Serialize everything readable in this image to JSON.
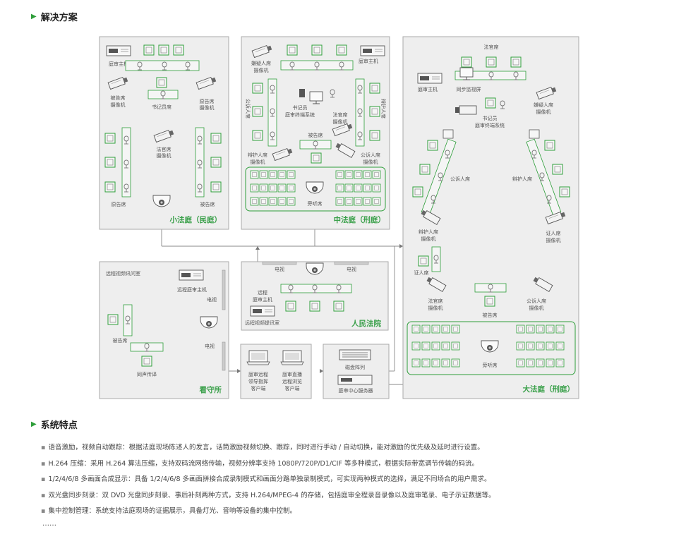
{
  "section1": {
    "title": "解决方案"
  },
  "section2": {
    "title": "系统特点"
  },
  "colors": {
    "accent": "#2e9e3a",
    "panel_bg": "#eeeeee",
    "panel_border": "#aaaaaa",
    "room_title": "#3aa04a"
  },
  "diagram": {
    "small": {
      "title": "小法庭（民庭）",
      "host": "庭审主机",
      "def_cam": [
        "被告席",
        "摄像机"
      ],
      "plt_cam": [
        "原告席",
        "摄像机"
      ],
      "clerk": "书记员席",
      "judge_cam": [
        "法官席",
        "摄像机"
      ],
      "plaintiff": "原告席",
      "defendant": "被告席"
    },
    "mid": {
      "title": "中法庭（刑庭）",
      "suspect_cam": [
        "嫌疑人席",
        "摄像机"
      ],
      "host": "庭审主机",
      "prosecution": "公诉人席",
      "defense": "辩护人席",
      "clerk_terminal": [
        "书记员",
        "庭审终端系统"
      ],
      "judge_seat": [
        "法官席",
        "摄像机"
      ],
      "defendant": "被告席",
      "def_lawyer_cam": [
        "辩护人席",
        "摄像机"
      ],
      "pros_cam": [
        "公诉人席",
        "摄像机"
      ],
      "gallery": "旁听席"
    },
    "big": {
      "title": "大法庭（刑庭）",
      "judge": "法官席",
      "host": "庭审主机",
      "sync_screen": "同步监视屏",
      "suspect_cam": [
        "嫌疑人席",
        "摄像机"
      ],
      "clerk_terminal": [
        "书记员",
        "庭审终端系统"
      ],
      "prosecution": "公诉人席",
      "defense": "辩护人席",
      "def_cam": [
        "辩护人席",
        "摄像机"
      ],
      "witness_cam": [
        "证人席",
        "摄像机"
      ],
      "witness": "证人席",
      "judge_cam": [
        "法官席",
        "摄像机"
      ],
      "defendant": "被告席",
      "pros_cam": [
        "公诉人席",
        "摄像机"
      ],
      "gallery": "旁听席"
    },
    "detention": {
      "title": "看守所",
      "room": "远程视频讯问室",
      "host": "远程庭审主机",
      "tv1": "电视",
      "defendant": "被告席",
      "tv2": "电视",
      "interpreter": "同声传译"
    },
    "people": {
      "title": "人民法院",
      "tv_left": "电视",
      "tv_right": "电视",
      "remote_host": [
        "远程",
        "庭审主机"
      ],
      "room": "远程视频提讯室"
    },
    "clients": {
      "left": [
        "庭审远程",
        "领导指挥",
        "客户端"
      ],
      "right": [
        "庭审直播",
        "远程浏览",
        "客户端"
      ]
    },
    "servers": {
      "disk": "磁盘阵列",
      "center": "庭审中心服务器"
    }
  },
  "features": [
    "语音激励，视频自动跟踪：根据法庭现场陈述人的发言，话筒激励视频切换、跟踪，同时进行手动 / 自动切换，能对激励的优先级及延时进行设置。",
    "H.264 压缩：采用 H.264 算法压缩，支持双码流网络传输，视频分辨率支持 1080P/720P/D1/CIF 等多种模式，根据实际带宽调节传输的码流。",
    "1/2/4/6/8 多画面合成显示：具备 1/2/4/6/8 多画面拼接合成录制模式和画面分路单独录制模式，可实现两种模式的选择，满足不同场合的用户需求。",
    "双光盘同步刻录：双 DVD 光盘同步刻录、事后补刻两种方式，支持 H.264/MPEG-4 的存储，包括庭审全程录音录像以及庭审笔录、电子示证数据等。",
    "集中控制管理：系统支持法庭现场的证据展示，具备灯光、音响等设备的集中控制。"
  ],
  "ellipsis": "……",
  "bullet": "▪"
}
